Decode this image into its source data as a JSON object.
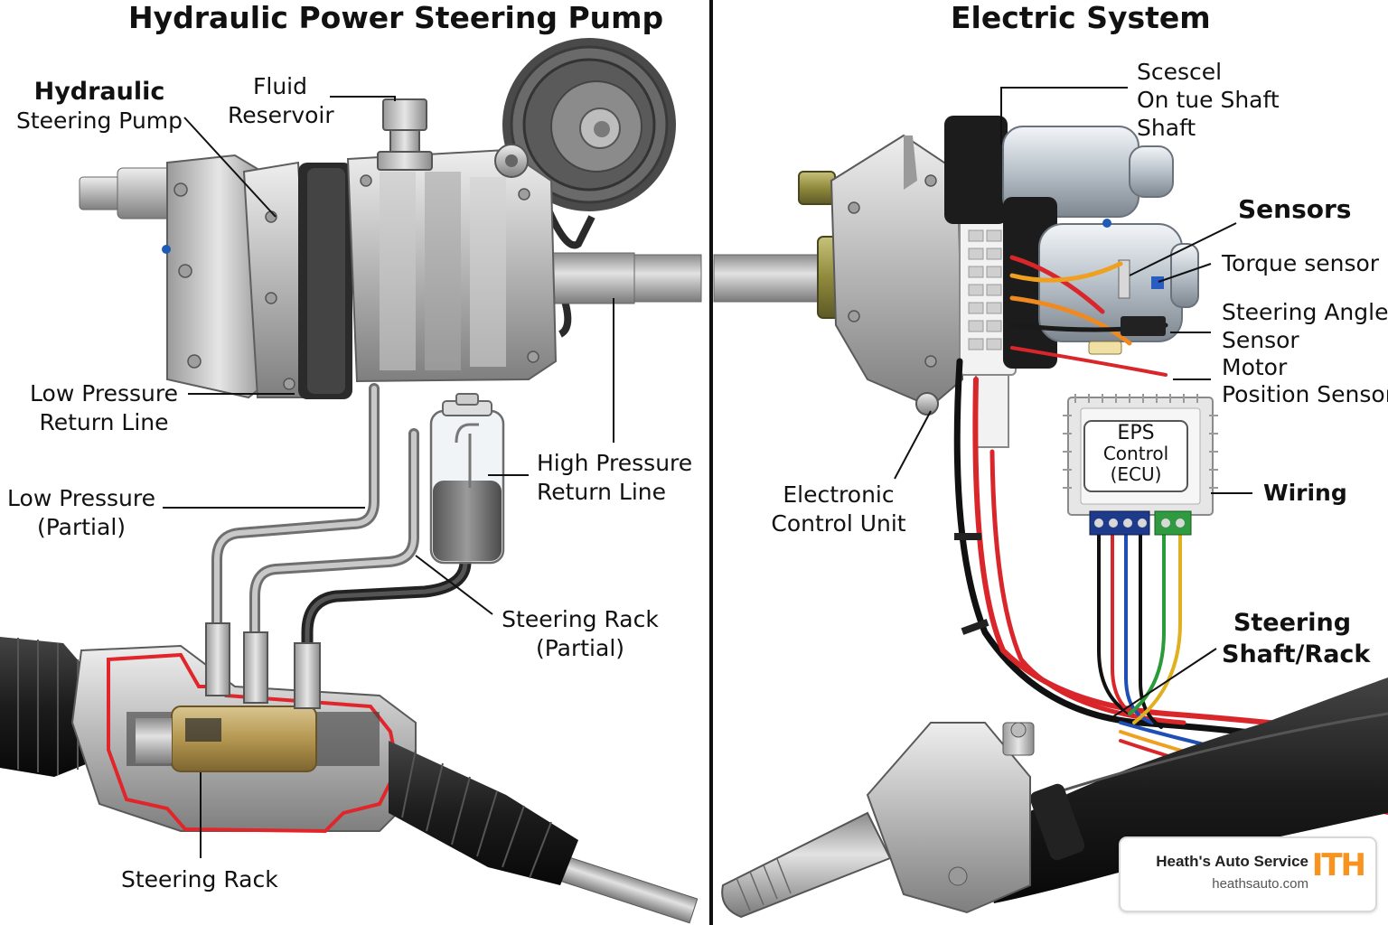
{
  "colors": {
    "accent": "#f7931e",
    "cutaway": "#e0262b",
    "divider": "#111111"
  },
  "left": {
    "title": "Hydraulic Power Steering Pump",
    "labels": {
      "pump": [
        "Hydraulic",
        "Steering Pump"
      ],
      "reservoir": [
        "Fluid",
        "Reservoir"
      ],
      "low_return": [
        "Low Pressure",
        "Return Line"
      ],
      "high_return": [
        "High Pressure",
        "Return Line"
      ],
      "low_partial": [
        "Low Pressure",
        "(Partial)"
      ],
      "rack_partial": [
        "Steering Rack",
        "(Partial)"
      ],
      "rack": "Steering Rack"
    }
  },
  "right": {
    "title": "Electric System",
    "labels": {
      "shaft_sensor": [
        "Scescel",
        "On tue Shaft",
        "Shaft"
      ],
      "sensors": "Sensors",
      "torque": "Torque sensor",
      "angle": [
        "Steering Angle",
        "Sensor"
      ],
      "motor_pos": [
        "Motor",
        "Position Sensor"
      ],
      "ecu_module": [
        "EPS",
        "Control",
        "(ECU)"
      ],
      "wiring": "Wiring",
      "ecu": [
        "Electronic",
        "Control Unit"
      ],
      "shaft_rack": [
        "Steering",
        "Shaft/Rack"
      ]
    }
  },
  "badge": {
    "name": "Heath's Auto Service",
    "url": "heathsauto.com",
    "mark": "ITH"
  }
}
